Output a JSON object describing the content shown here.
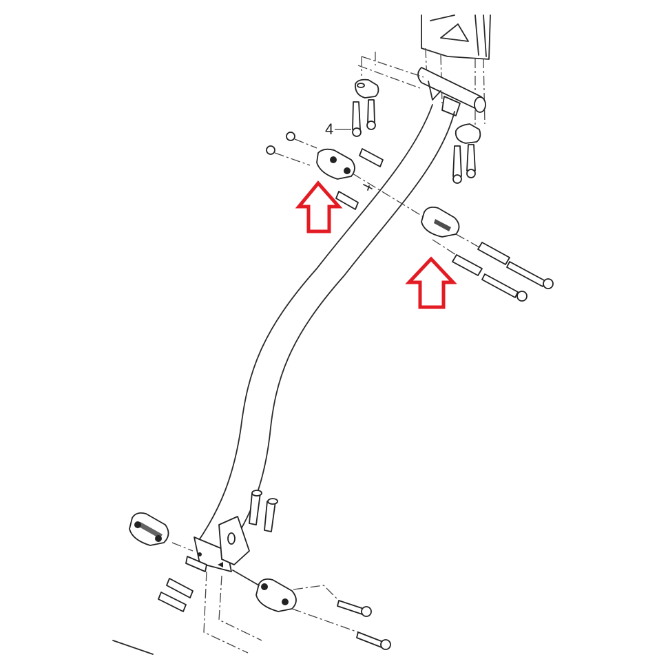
{
  "diagram": {
    "type": "exploded-parts-diagram",
    "callouts": [
      {
        "id": "callout-4",
        "label": "4"
      }
    ],
    "highlight_arrows": [
      {
        "id": "arrow-upper-left",
        "color": "#e31b23",
        "direction": "up"
      },
      {
        "id": "arrow-right",
        "color": "#e31b23",
        "direction": "up"
      }
    ],
    "components": [
      "frame-top-section",
      "crossbar-tube",
      "upper-mount-clamp-left",
      "upper-mount-clamp-right",
      "main-bent-tube",
      "bushing-upper-left",
      "bushing-upper-right",
      "sleeves",
      "long-bolts",
      "lower-bracket",
      "bushing-lower-left",
      "bushing-lower-right",
      "lower-bolts",
      "nuts"
    ]
  }
}
